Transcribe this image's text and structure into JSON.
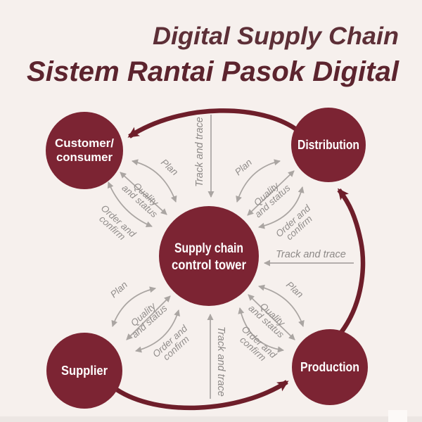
{
  "header": {
    "title_en": "Digital Supply Chain",
    "title_id": "Sistem Rantai Pasok Digital"
  },
  "nodes": {
    "customer": {
      "line1": "Customer/",
      "line2": "consumer"
    },
    "distribution": {
      "label": "Distribution"
    },
    "control_tower": {
      "line1": "Supply chain",
      "line2": "control tower"
    },
    "supplier": {
      "label": "Supplier"
    },
    "production": {
      "label": "Production"
    }
  },
  "flows": {
    "plan": "Plan",
    "quality": {
      "line1": "Quality",
      "line2": "and status"
    },
    "order": {
      "line1": "Order and",
      "line2": "confirm"
    },
    "track_and_trace": "Track and trace"
  },
  "colors": {
    "background": "#f6f0ed",
    "node_fill": "#7c2433",
    "node_text": "#ffffff",
    "main_arrow": "#6e1e2a",
    "gray_arrow": "#aaa5a2",
    "gray_text": "#918d8b",
    "title_en_color": "#5d2f37",
    "title_id_color": "#5c242e"
  }
}
